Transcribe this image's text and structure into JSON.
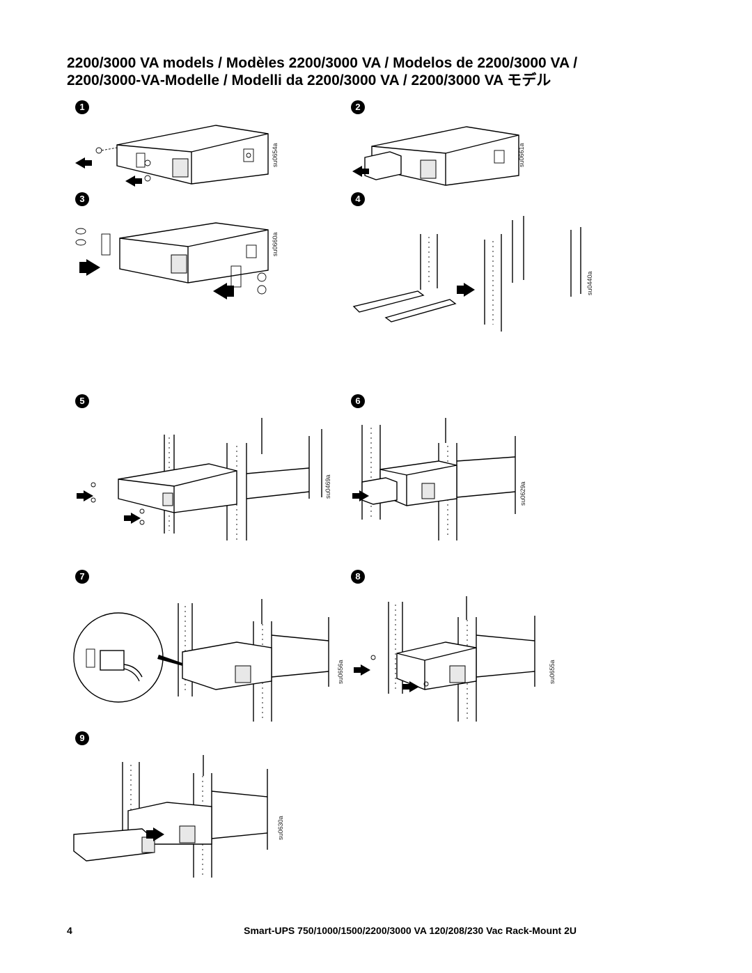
{
  "header": {
    "title_line1": "2200/3000 VA models / Modèles 2200/3000 VA / Modelos de 2200/3000 VA /",
    "title_line2": "2200/3000-VA-Modelle / Modelli da 2200/3000 VA / 2200/3000 VA モデル"
  },
  "steps": [
    {
      "number": "1",
      "code": "su0654a"
    },
    {
      "number": "2",
      "code": "su0661a"
    },
    {
      "number": "3",
      "code": "su0660a"
    },
    {
      "number": "4",
      "code": "su0440a"
    },
    {
      "number": "5",
      "code": "su0469a"
    },
    {
      "number": "6",
      "code": "su0629a"
    },
    {
      "number": "7",
      "code": "su0656a"
    },
    {
      "number": "8",
      "code": "su0655a"
    },
    {
      "number": "9",
      "code": "su0630a"
    }
  ],
  "footer": {
    "page_number": "4",
    "document_title": "Smart-UPS 750/1000/1500/2200/3000 VA 120/208/230 Vac Rack-Mount 2U"
  }
}
